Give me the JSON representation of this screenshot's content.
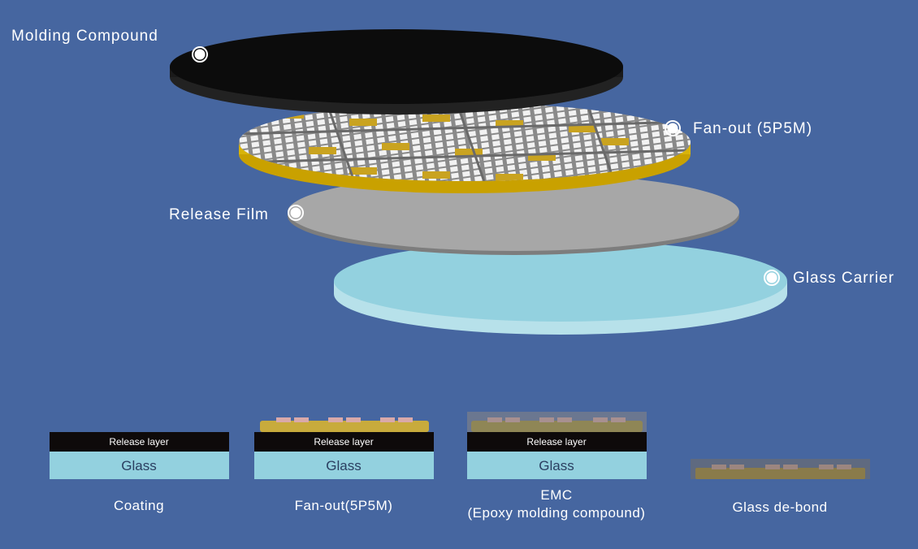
{
  "colors": {
    "background": "#4666a0",
    "molding": "#0c0c0c",
    "fanout_gold": "#d8b30a",
    "release_film": "#a7a7a7",
    "glass": "#93d1df",
    "release_layer": "#0e0a0a"
  },
  "labels": {
    "molding_compound": "Molding Compound",
    "fan_out": "Fan-out (5P5M)",
    "release_film": "Release Film",
    "glass_carrier": "Glass Carrier"
  },
  "steps": [
    {
      "release": "Release layer",
      "glass": "Glass",
      "caption": "Coating"
    },
    {
      "release": "Release layer",
      "glass": "Glass",
      "caption": "Fan-out(5P5M)"
    },
    {
      "release": "Release layer",
      "glass": "Glass",
      "caption_line1": "EMC",
      "caption_line2": "(Epoxy molding compound)"
    },
    {
      "caption": "Glass de-bond"
    }
  ]
}
